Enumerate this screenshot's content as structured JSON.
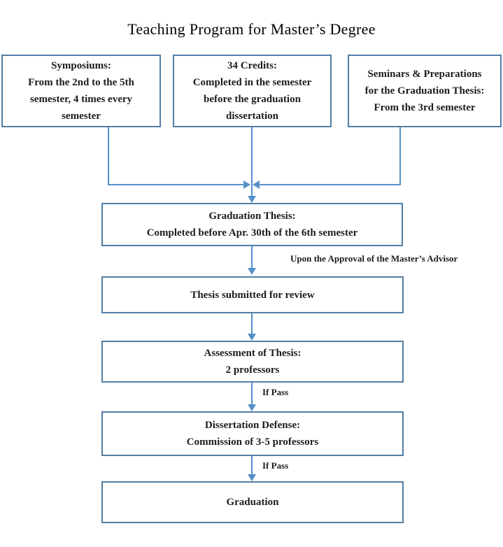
{
  "title": "Teaching Program for Master’s Degree",
  "colors": {
    "box_border": "#527ea4",
    "connector": "#5590c8",
    "text": "#1c1c1c"
  },
  "top_boxes": [
    {
      "name": "symposiums",
      "lines": [
        "Symposiums:",
        "From the 2nd to the 5th",
        "semester, 4 times every",
        "semester"
      ]
    },
    {
      "name": "credits",
      "lines": [
        "34 Credits:",
        "Completed in the semester",
        "before the graduation",
        "dissertation"
      ]
    },
    {
      "name": "seminars",
      "lines": [
        "Seminars & Preparations",
        "for the Graduation Thesis:",
        "From the 3rd semester"
      ]
    }
  ],
  "flow_boxes": [
    {
      "name": "graduation-thesis",
      "lines": [
        "Graduation Thesis:",
        "Completed before Apr. 30th of the 6th semester"
      ]
    },
    {
      "name": "thesis-review",
      "lines": [
        "Thesis submitted for review"
      ]
    },
    {
      "name": "assessment",
      "lines": [
        "Assessment of Thesis:",
        "2 professors"
      ]
    },
    {
      "name": "defense",
      "lines": [
        "Dissertation Defense:",
        "Commission of 3-5 professors"
      ]
    },
    {
      "name": "graduation",
      "lines": [
        "Graduation"
      ]
    }
  ],
  "edge_labels": {
    "approval": "Upon the Approval of the Master’s Advisor",
    "if_pass_1": "If Pass",
    "if_pass_2": "If Pass"
  }
}
